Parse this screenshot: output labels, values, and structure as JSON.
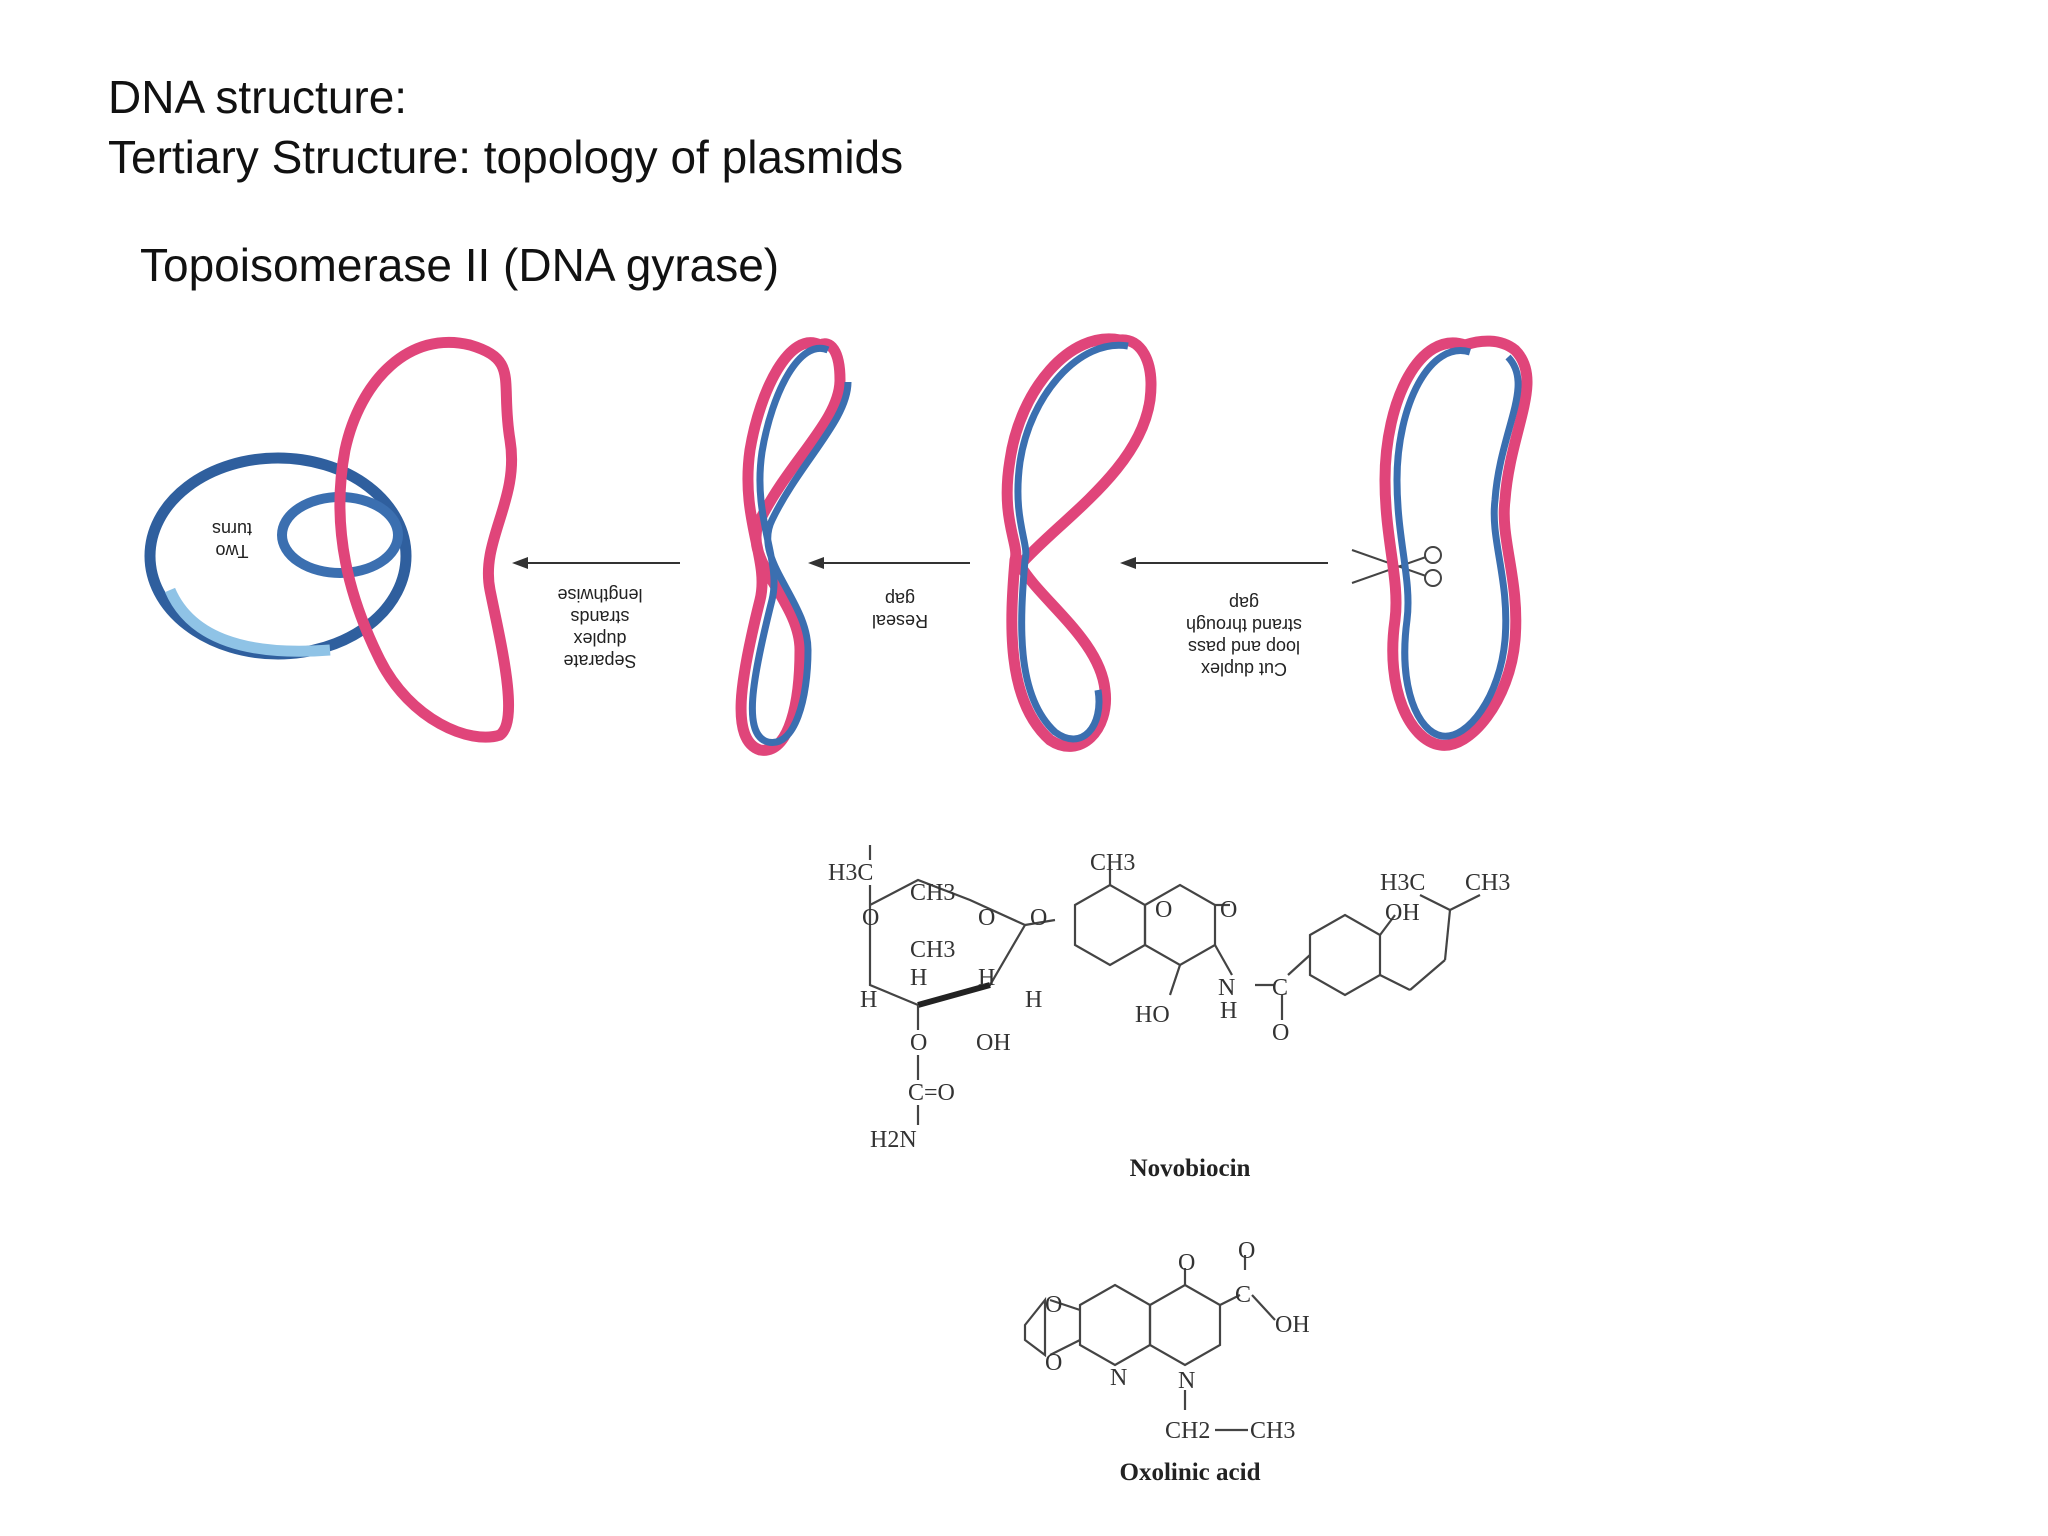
{
  "title": {
    "line1": "DNA structure:",
    "line2": "Tertiary  Structure: topology of plasmids",
    "subtitle": "Topoisomerase II (DNA gyrase)"
  },
  "diagram": {
    "step_labels": {
      "two_turns": [
        "Two",
        "turns"
      ],
      "separate": [
        "Separate",
        "duplex",
        "strands",
        "lengthwise"
      ],
      "reseal": [
        "Reseal",
        "gap"
      ],
      "cut": [
        "Cut duplex",
        "loop and pass",
        "strand through",
        "gap"
      ]
    },
    "colors": {
      "strand_pink": "#e0457a",
      "strand_blue": "#3b6fb0",
      "strand_light_blue": "#8fc3e6"
    }
  },
  "molecules": {
    "novobiocin": {
      "name": "Novobiocin",
      "atoms": [
        "H3C",
        "O",
        "CH3",
        "CH3",
        "O",
        "O",
        "H",
        "H",
        "H",
        "H",
        "O",
        "OH",
        "C=O",
        "H2N",
        "CH3",
        "O",
        "O",
        "HO",
        "N",
        "H",
        "C",
        "O",
        "H3C",
        "CH3",
        "OH"
      ]
    },
    "oxolinic_acid": {
      "name": "Oxolinic acid",
      "atoms": [
        "O",
        "O",
        "O",
        "N",
        "N",
        "O",
        "C",
        "OH",
        "CH2",
        "CH3"
      ]
    }
  }
}
